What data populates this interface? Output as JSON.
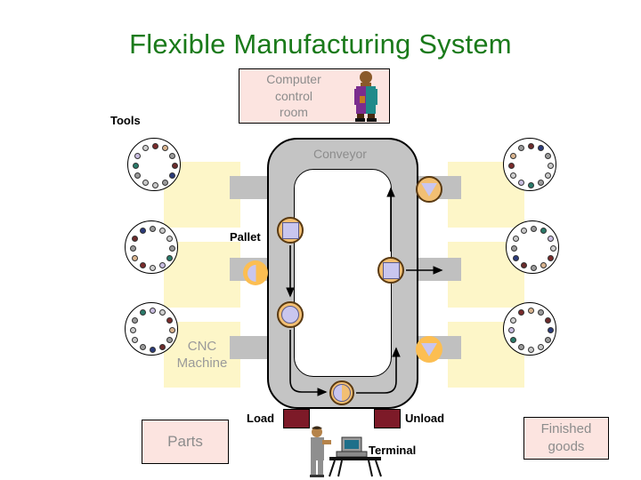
{
  "title": "Flexible Manufacturing System",
  "colors": {
    "title_green": "#1a7a1a",
    "machine_yellow": "#fdf6c8",
    "box_pink": "#fce4e0",
    "conveyor_gray": "#c4c4c4",
    "connector_gray": "#c0c0c0",
    "leg_maroon": "#7d1a28",
    "pallet_orange": "#f2bf73",
    "pallet_part_lavender": "#c9c6ef",
    "label_gray": "#8c8c8c"
  },
  "labels": {
    "tools": "Tools",
    "pallet": "Pallet",
    "cnc_machine": "CNC\nMachine",
    "cnc_machine_line1": "CNC",
    "cnc_machine_line2": "Machine",
    "conveyor": "Conveyor",
    "load": "Load",
    "unload": "Unload",
    "terminal": "Terminal"
  },
  "boxes": {
    "computer_control_room": {
      "line1": "Computer",
      "line2": "control",
      "line3": "room"
    },
    "parts": "Parts",
    "finished_goods_line1": "Finished",
    "finished_goods_line2": "goods"
  },
  "machines": {
    "left": [
      {
        "name": "machine-left-1",
        "label": ""
      },
      {
        "name": "machine-left-2",
        "label": ""
      },
      {
        "name": "machine-left-3",
        "label": "CNC Machine"
      }
    ],
    "right": [
      {
        "name": "machine-right-1",
        "label": ""
      },
      {
        "name": "machine-right-2",
        "label": ""
      },
      {
        "name": "machine-right-3",
        "label": ""
      }
    ]
  },
  "pallets": [
    {
      "name": "pallet-conveyor-top-left",
      "shape": "square"
    },
    {
      "name": "pallet-conveyor-mid-left",
      "shape": "circle"
    },
    {
      "name": "pallet-conveyor-bottom",
      "shape": "half-circle"
    },
    {
      "name": "pallet-conveyor-right",
      "shape": "square"
    },
    {
      "name": "pallet-left-station",
      "shape": "half-circle"
    },
    {
      "name": "pallet-right-top",
      "shape": "triangle"
    },
    {
      "name": "pallet-right-bottom",
      "shape": "triangle"
    }
  ],
  "figures": {
    "control_room_operator": "operator-figure",
    "terminal_operator": "terminal-operator-figure"
  },
  "tool_colors": [
    "#7a2b2b",
    "#d9b48f",
    "#9a9a9a",
    "#6b2b2b",
    "#2b3b7a",
    "#9a9a9a",
    "#c9c9c9",
    "#c9c9c9",
    "#9a9a9a",
    "#2a7a6a",
    "#c9bde0",
    "#cfcfcf"
  ]
}
